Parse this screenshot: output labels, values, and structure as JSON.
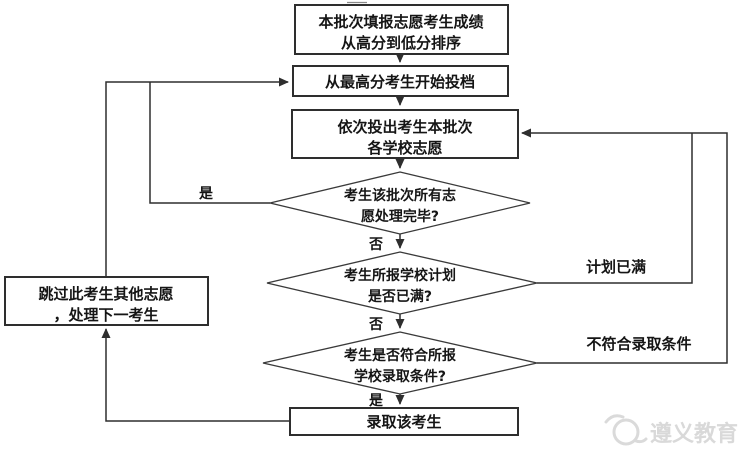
{
  "nodes": {
    "sort_scores": {
      "line1": "本批次填报志愿考生成绩",
      "line2": "从高分到低分排序"
    },
    "start_filing": {
      "label": "从最高分考生开始投档"
    },
    "dispatch_volunteers": {
      "line1": "依次投出考生本批次",
      "line2": "各学校志愿"
    },
    "q_all_processed": {
      "line1": "考生该批次所有志",
      "line2": "愿处理完毕?"
    },
    "q_plan_full": {
      "line1": "考生所报学校计划",
      "line2": "是否已满?"
    },
    "q_qualified": {
      "line1": "考生是否符合所报",
      "line2": "学校录取条件?"
    },
    "admit": {
      "label": "录取该考生"
    },
    "skip_candidate": {
      "line1": "跳过此考生其他志愿",
      "line2": "，处理下一考生"
    }
  },
  "edge_labels": {
    "yes_all_processed": "是",
    "no_all_processed": "否",
    "no_plan_full": "否",
    "yes_qualified": "是",
    "plan_full": "计划已满",
    "not_qualified": "不符合录取条件"
  },
  "watermark": {
    "text": "遵义教育"
  },
  "colors": {
    "line": "#2e2e2e",
    "text": "#151515",
    "watermark": "#d9d9d9",
    "background": "#ffffff"
  }
}
